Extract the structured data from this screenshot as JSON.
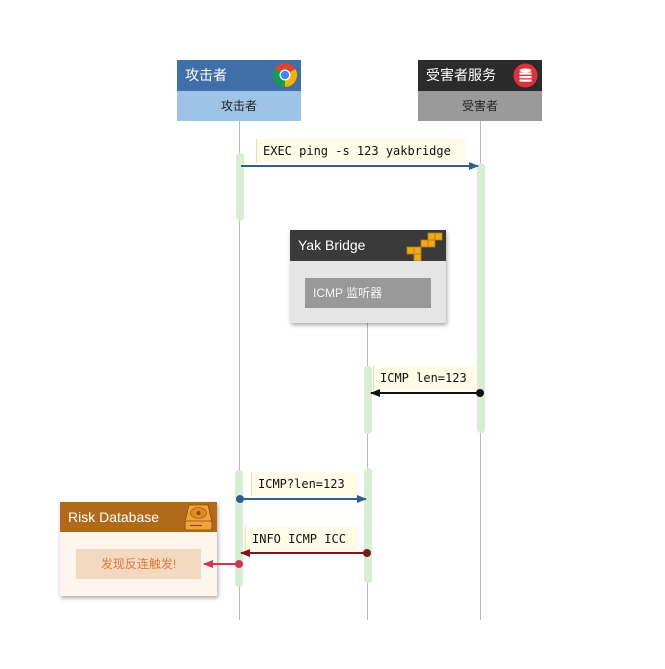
{
  "participants": {
    "attacker": {
      "title": "攻击者",
      "subtitle": "攻击者",
      "icon": "chrome-icon",
      "header_color": "#3f6fa6",
      "sub_color": "#9dc3e6"
    },
    "victim": {
      "title": "受害者服务",
      "subtitle": "受害者",
      "icon": "database-icon",
      "header_color": "#2b2b2b",
      "sub_color": "#9a9a9a"
    }
  },
  "yak_bridge": {
    "title": "Yak Bridge",
    "icon": "aws-cubes-icon",
    "listener_label": "ICMP 监听器",
    "header_color": "#3a3a3a"
  },
  "risk_database": {
    "title": "Risk Database",
    "icon": "hard-drive-icon",
    "alert_label": "发现反连触发!",
    "header_color": "#b06a1a"
  },
  "messages": [
    {
      "label": "EXEC ping -s 123 yakbridge",
      "from": "attacker",
      "to": "victim",
      "color": "#2f5f8f"
    },
    {
      "label": "ICMP len=123",
      "from": "victim",
      "to": "yak_bridge",
      "color": "#111111"
    },
    {
      "label": "ICMP?len=123",
      "from": "attacker",
      "to": "yak_bridge",
      "color": "#2f5f8f"
    },
    {
      "label": "INFO ICMP ICC",
      "from": "yak_bridge",
      "to": "attacker",
      "color": "#7a1a1a"
    },
    {
      "label": "",
      "from": "attacker",
      "to": "risk_database",
      "color": "#d0355a"
    }
  ]
}
